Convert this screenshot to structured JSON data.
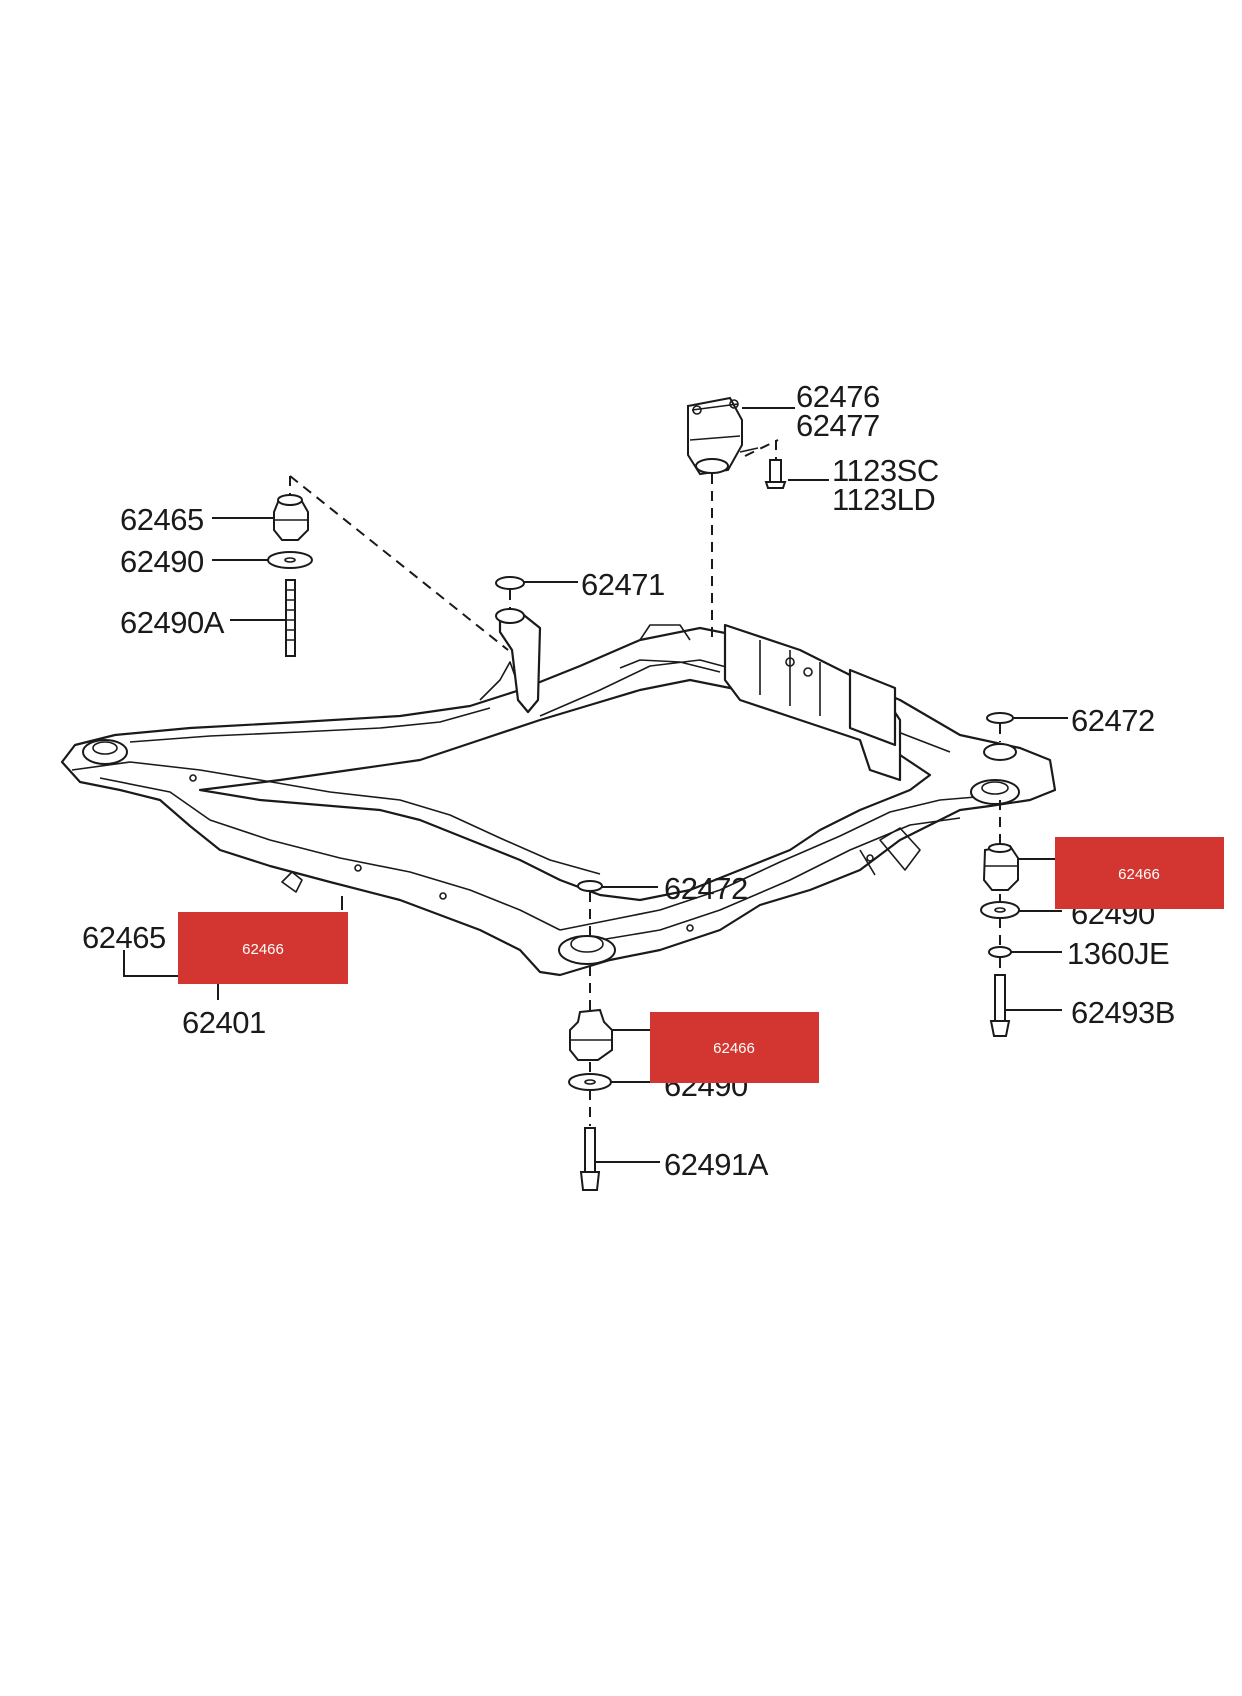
{
  "labels": {
    "l62476": "62476",
    "l62477": "62477",
    "l1123sc": "1123SC",
    "l1123ld": "1123LD",
    "l62465_top": "62465",
    "l62490_top": "62490",
    "l62490a": "62490A",
    "l62471": "62471",
    "l62472_right": "62472",
    "l62472_center": "62472",
    "l62490_right": "62490",
    "l1360je": "1360JE",
    "l62493b": "62493B",
    "l62465_left": "62465",
    "l62401": "62401",
    "l62490_center": "62490",
    "l62491a": "62491A"
  },
  "redactions": {
    "left": "62466",
    "center": "62466",
    "right": "62466"
  },
  "colors": {
    "redaction": "#d33630",
    "line": "#1a1a1a",
    "background": "#ffffff"
  }
}
